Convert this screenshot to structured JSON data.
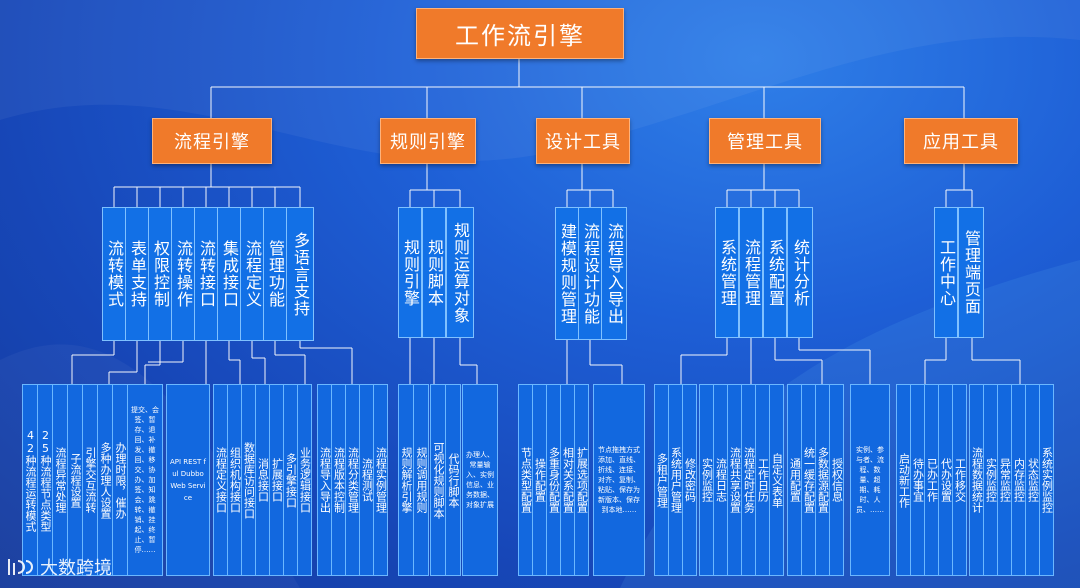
{
  "root": "工作流引擎",
  "categories": [
    {
      "name": "流程引擎",
      "features": [
        "流转模式",
        "表单支持",
        "权限控制",
        "流转操作",
        "流转接口",
        "集成接口",
        "流程定义",
        "管理功能",
        "多语言支持"
      ],
      "leaves": [
        {
          "type": "text",
          "text": "42种流程运转模式"
        },
        {
          "type": "text",
          "text": "25种流程节点类型"
        },
        {
          "type": "text",
          "text": "流程异常处理"
        },
        {
          "type": "text",
          "text": "子流程设置"
        },
        {
          "type": "text",
          "text": "引擎交互流转"
        },
        {
          "type": "text",
          "text": "多种办理人设置"
        },
        {
          "type": "text",
          "text": "办理时限，催办"
        },
        {
          "type": "note",
          "text": "提交、会签、暂存、退回、补发、撤回、移交、协办、加签、知会、跳转、撤销、挂起、终止、暂停……"
        },
        {
          "type": "note",
          "text": "API REST ful Dubbo Web Service"
        },
        {
          "type": "text",
          "text": "流程定义接口"
        },
        {
          "type": "text",
          "text": "组织机构接口"
        },
        {
          "type": "text",
          "text": "数据库访问接口"
        },
        {
          "type": "text",
          "text": "消息接口"
        },
        {
          "type": "text",
          "text": "扩展接口"
        },
        {
          "type": "text",
          "text": "多引擎接口"
        },
        {
          "type": "text",
          "text": "业务逻辑接口"
        },
        {
          "type": "text",
          "text": "流程导入导出"
        },
        {
          "type": "text",
          "text": "流程版本控制"
        },
        {
          "type": "text",
          "text": "流程分类管理"
        },
        {
          "type": "text",
          "text": "流程测试"
        },
        {
          "type": "text",
          "text": "流程实例管理"
        }
      ]
    },
    {
      "name": "规则引擎",
      "features": [
        "规则引擎",
        "规则脚本",
        "规则运算对象"
      ],
      "leaves": [
        {
          "type": "text",
          "text": "规则解析引擎"
        },
        {
          "type": "text",
          "text": "规则调用规则"
        },
        {
          "type": "text",
          "text": "可视化规则脚本"
        },
        {
          "type": "text",
          "text": "代码行脚本"
        },
        {
          "type": "note",
          "text": "办理人、常量输入、实例信息、业务数据、对象扩展"
        }
      ]
    },
    {
      "name": "设计工具",
      "features": [
        "建模规则管理",
        "流程设计功能",
        "流程导入导出"
      ],
      "leaves": [
        {
          "type": "text",
          "text": "节点类型配置"
        },
        {
          "type": "text",
          "text": "操作配置"
        },
        {
          "type": "text",
          "text": "多重身份配置"
        },
        {
          "type": "text",
          "text": "相对关系配置"
        },
        {
          "type": "text",
          "text": "扩展选项配置"
        },
        {
          "type": "note",
          "text": "节点拖拽方式添加、直线、折线、连接、对齐、复制、粘贴、保存为新版本、保存到本地……"
        }
      ]
    },
    {
      "name": "管理工具",
      "features": [
        "系统管理",
        "流程管理",
        "系统配置",
        "统计分析"
      ],
      "leaves": [
        {
          "type": "text",
          "text": "多租户管理"
        },
        {
          "type": "text",
          "text": "系统用户管理"
        },
        {
          "type": "text",
          "text": "修改密码"
        },
        {
          "type": "text",
          "text": "实例监控"
        },
        {
          "type": "text",
          "text": "流程日志"
        },
        {
          "type": "text",
          "text": "流程共享设置"
        },
        {
          "type": "text",
          "text": "流程定时任务"
        },
        {
          "type": "text",
          "text": "工作日历"
        },
        {
          "type": "text",
          "text": "自定义表单"
        },
        {
          "type": "text",
          "text": "通用配置"
        },
        {
          "type": "text",
          "text": "统一缓存配置"
        },
        {
          "type": "text",
          "text": "多数据源配置"
        },
        {
          "type": "text",
          "text": "授权信息"
        },
        {
          "type": "note",
          "text": "实例、参与者、流程、数量、超期、耗时、人员、……"
        }
      ]
    },
    {
      "name": "应用工具",
      "features": [
        "工作中心",
        "管理端页面"
      ],
      "leaves": [
        {
          "type": "text",
          "text": "启动新工作"
        },
        {
          "type": "text",
          "text": "待办事宜"
        },
        {
          "type": "text",
          "text": "已办工作"
        },
        {
          "type": "text",
          "text": "代办设置"
        },
        {
          "type": "text",
          "text": "工作移交"
        },
        {
          "type": "text",
          "text": "流程数据统计"
        },
        {
          "type": "text",
          "text": "实例监控"
        },
        {
          "type": "text",
          "text": "异常监控"
        },
        {
          "type": "text",
          "text": "内存监控"
        },
        {
          "type": "text",
          "text": "状态监控"
        },
        {
          "type": "text",
          "text": "系统实例监控"
        }
      ]
    }
  ],
  "logo": {
    "text": "大数跨境",
    "mark": "logo-icon"
  },
  "colors": {
    "orange": "#f07a2a",
    "box_blue": "#1270e6",
    "line": "#ffffff"
  }
}
